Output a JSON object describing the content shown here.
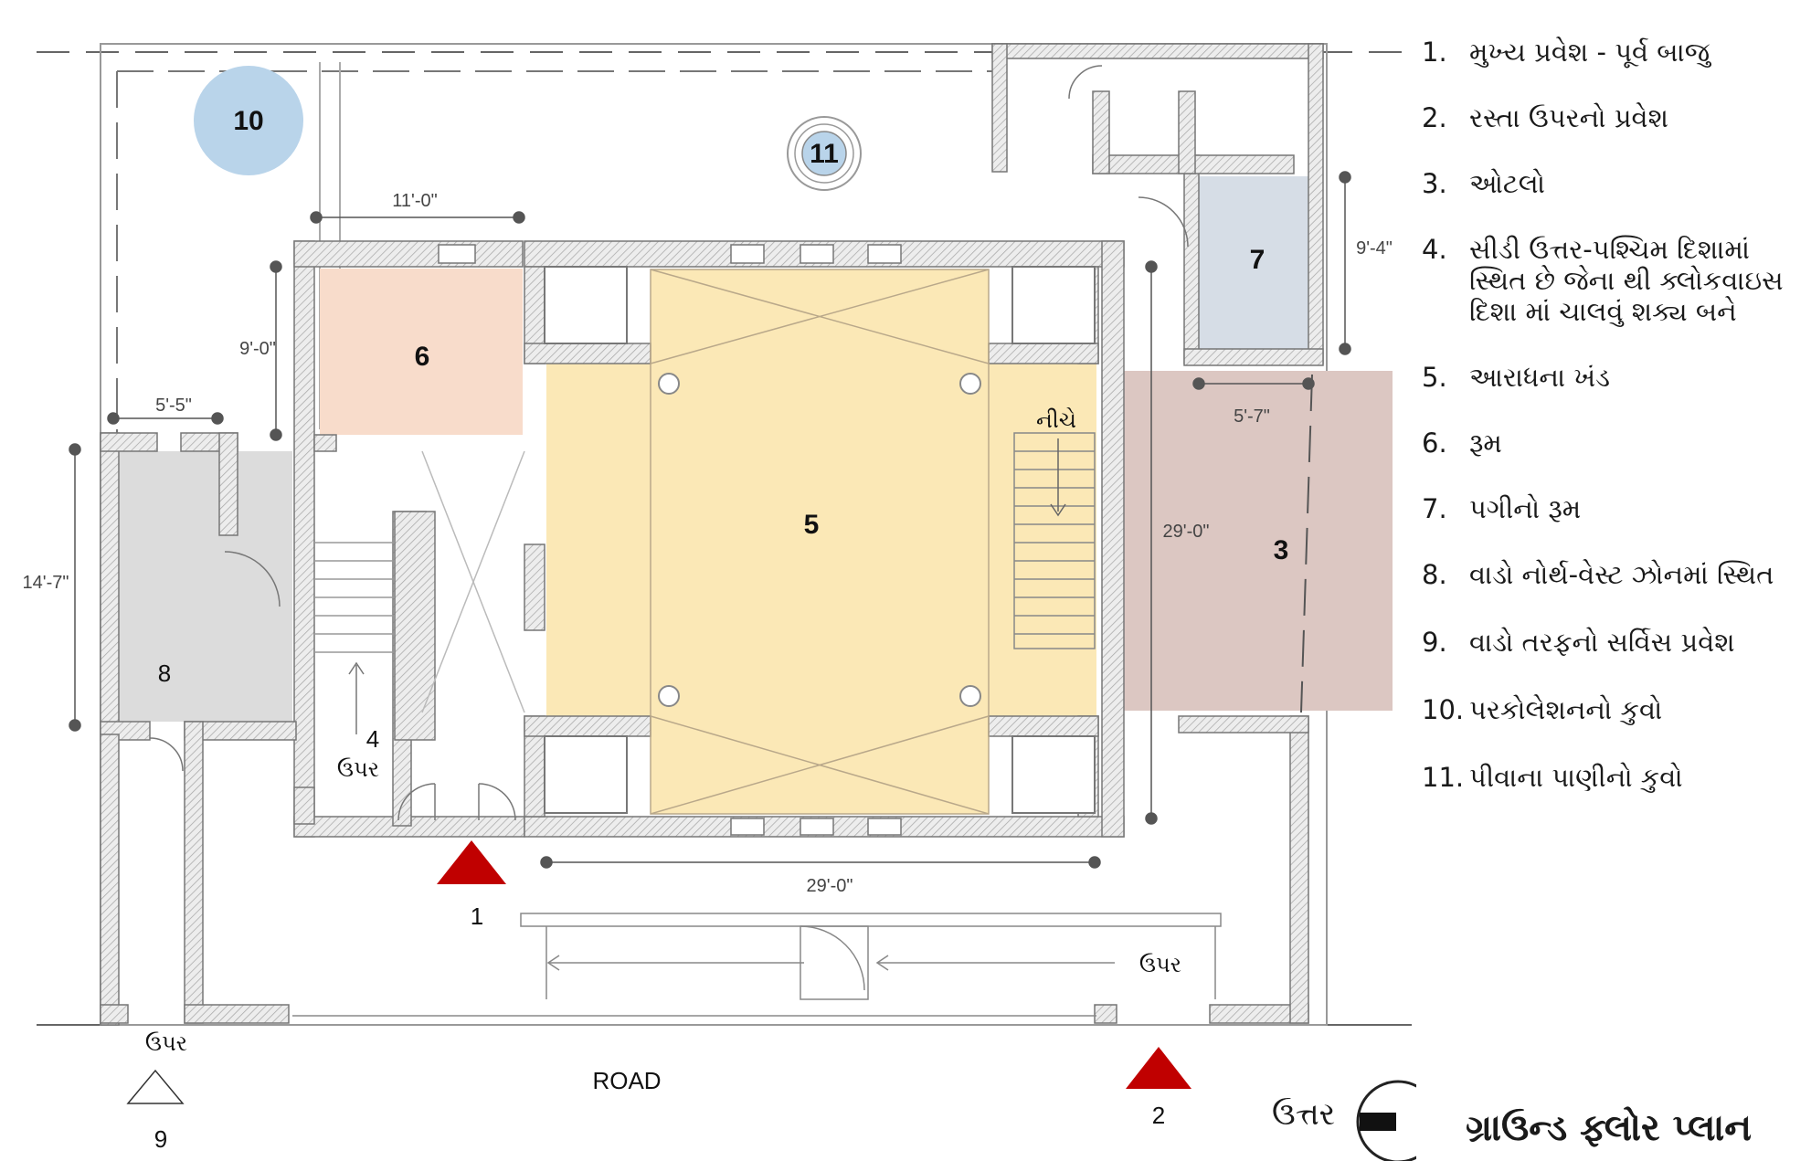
{
  "title": "ગ્રાઉન્ડ ફ્લોર પ્લાન",
  "north_label": "ઉત્તર",
  "road_label": "ROAD",
  "legend": [
    {
      "num": "1.",
      "text": "મુખ્ય પ્રવેશ - પૂર્વ બાજુ"
    },
    {
      "num": "2.",
      "text": "રસ્તા ઉપરનો પ્રવેશ"
    },
    {
      "num": "3.",
      "text": "ઓટલો"
    },
    {
      "num": "4.",
      "text": "સીડી ઉત્તર-પશ્ચિમ દિશામાં સ્થિત છે જેના થી ક્લોકવાઇસ દિશા માં ચાલવું શક્ય બને"
    },
    {
      "num": "5.",
      "text": "આરાધના ખંડ"
    },
    {
      "num": "6.",
      "text": "રૂમ"
    },
    {
      "num": "7.",
      "text": "પગીનો રૂમ"
    },
    {
      "num": "8.",
      "text": "વાડો નોર્થ-વેસ્ટ ઝોનમાં સ્થિત"
    },
    {
      "num": "9.",
      "text": "વાડો તરફનો સર્વિસ પ્રવેશ"
    },
    {
      "num": "10.",
      "text": "પરકોલેશનનો કુવો"
    },
    {
      "num": "11.",
      "text": "પીવાના પાણીનો કુવો"
    }
  ],
  "plan": {
    "room_labels": {
      "r3": "3",
      "r4": "4",
      "r5": "5",
      "r6": "6",
      "r7": "7",
      "r8": "8",
      "r10": "10",
      "r11": "11"
    },
    "entrance_labels": {
      "e1": "1",
      "e2": "2",
      "e9": "9"
    },
    "dimensions": {
      "d_11_0": "11'-0\"",
      "d_9_0": "9'-0\"",
      "d_5_5": "5'-5\"",
      "d_14_7": "14'-7\"",
      "d_9_4": "9'-4\"",
      "d_5_7": "5'-7\"",
      "d_29_0_v": "29'-0\"",
      "d_29_0_h": "29'-0\""
    },
    "annotations": {
      "down": "નીચે",
      "up_stair": "ઉપર",
      "up_ramp": "ઉપર",
      "up_service": "ઉપર"
    }
  },
  "colors": {
    "room3": "#dcc7c2",
    "room5": "#fbe8b6",
    "room6": "#f8dccb",
    "room7": "#d6dde6",
    "room8": "#dcdcdc",
    "well": "#b9d4ea",
    "entrance": "#c00000",
    "wall_hatch": "#c9c9c9"
  },
  "icons": {
    "entrance_marker": "triangle-up-icon",
    "north_arrow": "north-compass-icon"
  }
}
